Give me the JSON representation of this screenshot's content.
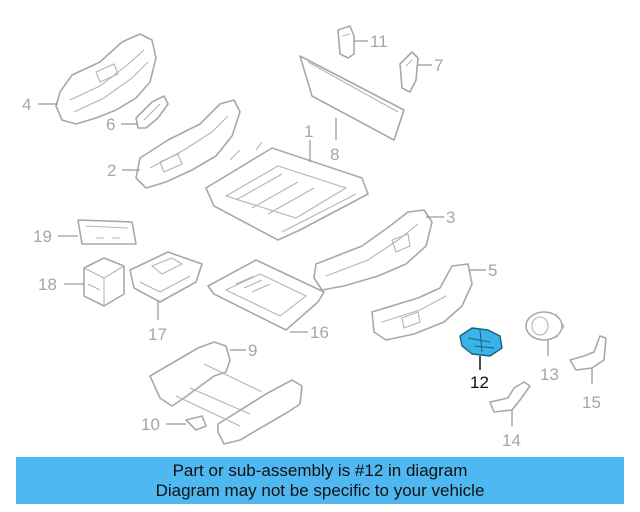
{
  "diagram": {
    "highlighted_part": "12",
    "highlight_color": "#3bb3e6",
    "callouts": {
      "c1": "1",
      "c2": "2",
      "c3": "3",
      "c4": "4",
      "c5": "5",
      "c6": "6",
      "c7": "7",
      "c8": "8",
      "c9": "9",
      "c10": "10",
      "c11": "11",
      "c12": "12",
      "c13": "13",
      "c14": "14",
      "c15": "15",
      "c16": "16",
      "c17": "17",
      "c18": "18",
      "c19": "19"
    }
  },
  "info_bar": {
    "line1": "Part or sub-assembly is #12 in diagram",
    "line2": "Diagram may not be specific to your vehicle",
    "background": "#4fb8f0"
  }
}
